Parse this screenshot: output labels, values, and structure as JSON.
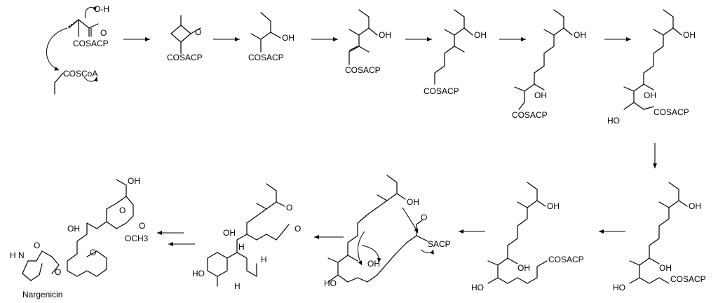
{
  "labels": {
    "cooh_h": "O-H",
    "cooh_o": "O",
    "s1_cosacp": "COSACP",
    "s1_coscoa": "COSCoA",
    "s2_o": "O",
    "s2_cosacp": "COSACP",
    "s3_oh": "OH",
    "s3_cosacp": "COSACP",
    "s4_oh": "OH",
    "s4_cosacp": "COSACP",
    "s5_oh": "OH",
    "s5_cosacp": "COSACP",
    "s6_oh_top": "OH",
    "s6_oh_mid": "OH",
    "s6_cosacp": "COSACP",
    "s7_oh_top": "OH",
    "s7_oh_mid": "OH",
    "s7_ho": "HO",
    "s7_cosacp": "COSACP",
    "s8_oh_top": "OH",
    "s8_oh_mid": "OH",
    "s8_ho": "HO",
    "s8_cosacp": "COSACP",
    "s9_oh_top": "OH",
    "s9_oh_mid": "OH",
    "s9_ho": "HO",
    "s9_cosacp": "COSACP",
    "s10_oh_top": "OH",
    "s10_oh_mid": "OH",
    "s10_ho": "HO",
    "s10_o": "O",
    "s10_sacp": "SACP",
    "s11_oh": "OH",
    "s11_ho": "HO",
    "s11_h1": "H",
    "s11_h2": "H",
    "s11_h3": "H",
    "s11_o_ring": "O",
    "s11_o_carb": "O",
    "s12_oh_top": "OH",
    "s12_oh": "OH",
    "s12_o1": "O",
    "s12_o2": "O",
    "s12_och3": "OCH3",
    "s12_o_bridge": "O",
    "s12_o_ester": "O",
    "s12_o_carb": "O",
    "s12_nh": "H\nN",
    "nargenicin": "Nargenicin"
  }
}
